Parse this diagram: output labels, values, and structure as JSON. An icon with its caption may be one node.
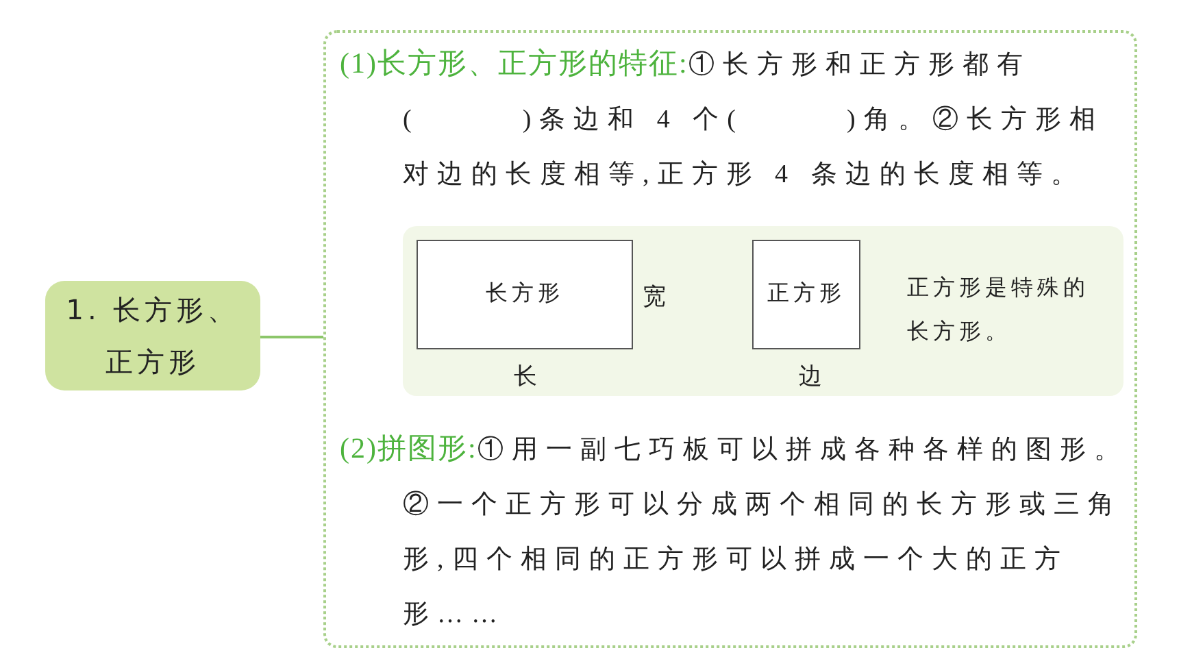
{
  "diagram": {
    "nodes": [
      {
        "text": [
          "1. 长方形、正方形"
        ]
      },
      {
        "text": [
          "(1)长方形、正方形的特征:",
          "①长方形和正方形都有(　　　)条边和 4 个(　　　)角。②长方形相对边的长度相等,正方形 4 条边的长度相等。",
          "(2)拼图形:",
          "①用一副七巧板可以拼成各种各样的图形。②一个正方形可以分成两个相同的长方形或三角形,四个相同的正方形可以拼成一个大的正方形……"
        ]
      },
      {
        "text": [
          "正方形是特殊的长方形。"
        ],
        "in": 1
      },
      {
        "text": [
          "长方形"
        ],
        "in": 2,
        "beside": [
          "宽",
          "长"
        ]
      },
      {
        "text": [
          "正方形"
        ],
        "in": 2,
        "beside": [
          "边"
        ]
      }
    ],
    "edges": [
      {
        "from": 0,
        "to": 1,
        "arrow": "none"
      }
    ]
  }
}
